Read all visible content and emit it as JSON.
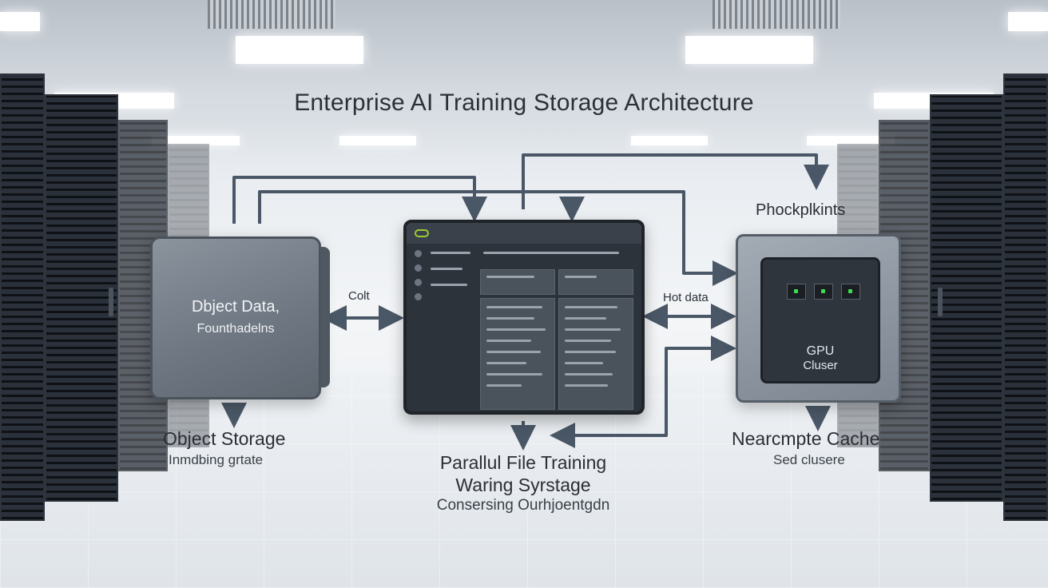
{
  "diagram": {
    "title": "Enterprise AI Training Storage Architecture",
    "object_box": {
      "line1": "Dbject Data,",
      "line2": "Founthadelns"
    },
    "object_caption": {
      "title": "Object Storage",
      "subtitle": "Inmdbing  grtate"
    },
    "left_link_label": "Colt",
    "center_caption": {
      "line1": "Parallul File Training",
      "line2": "Waring Syrstage",
      "line3": "Consersing Ourhjoentgdn"
    },
    "right_link_label": "Hot data",
    "top_right_label": "Phockplkints",
    "gpu_box": {
      "line1": "GPU",
      "line2": "Cluser"
    },
    "gpu_caption": {
      "title": "Nearcmpte Cache",
      "subtitle": "Sed clusere"
    },
    "colors": {
      "arrow": "#4a5766",
      "accent_led": "#3ddc55",
      "screen_pill": "#9acd32"
    }
  }
}
